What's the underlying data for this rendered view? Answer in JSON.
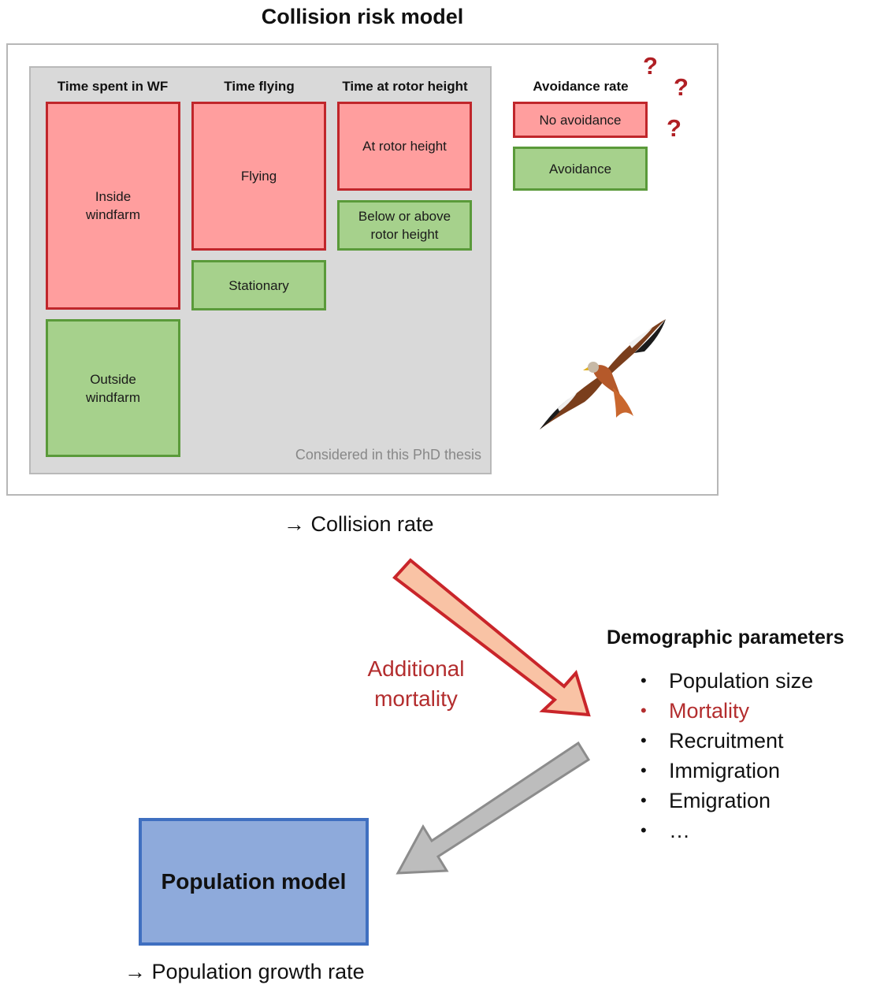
{
  "title": "Collision risk model",
  "columns": [
    {
      "heading": "Time spent in WF"
    },
    {
      "heading": "Time flying"
    },
    {
      "heading": "Time at rotor height"
    },
    {
      "heading": "Avoidance rate"
    }
  ],
  "boxes": {
    "inside": "Inside\nwindfarm",
    "outside": "Outside\nwindfarm",
    "flying": "Flying",
    "stationary": "Stationary",
    "at_rotor": "At rotor height",
    "below_above": "Below or above\nrotor height",
    "no_avoidance": "No avoidance",
    "avoidance": "Avoidance"
  },
  "question_mark": "?",
  "thesis_note": "Considered in this PhD thesis",
  "collision_rate": "→ Collision rate",
  "additional_mortality": "Additional\nmortality",
  "demographic": {
    "title": "Demographic parameters",
    "items": [
      {
        "label": "Population size",
        "highlight": false
      },
      {
        "label": "Mortality",
        "highlight": true
      },
      {
        "label": "Recruitment",
        "highlight": false
      },
      {
        "label": "Immigration",
        "highlight": false
      },
      {
        "label": "Emigration",
        "highlight": false
      },
      {
        "label": "…",
        "highlight": false
      }
    ]
  },
  "population_model": "Population model",
  "growth_rate": "→ Population growth rate",
  "colors": {
    "red_fill": "#ff9e9e",
    "red_border": "#c0262b",
    "green_fill": "#a6d18c",
    "green_border": "#5a9a3a",
    "highlight_text": "#b32d2e",
    "pop_fill": "#8eaadb",
    "pop_border": "#3f6fc0"
  }
}
